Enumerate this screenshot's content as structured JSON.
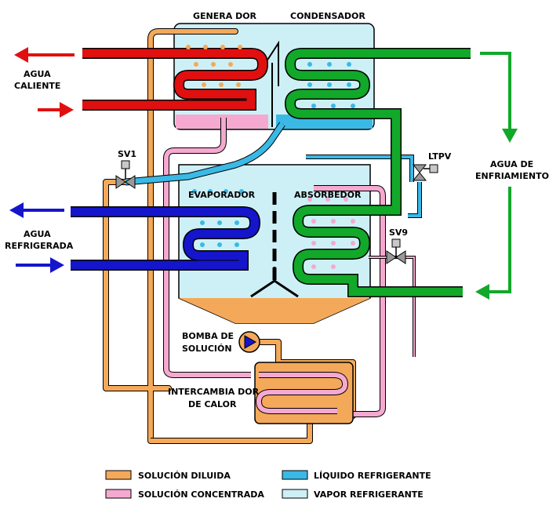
{
  "labels": {
    "generator": "GENERA DOR",
    "condenser": "CONDENSADOR",
    "evaporator": "EVAPORADOR",
    "absorber": "ABSORBEDOR",
    "hot_water_line1": "AGUA",
    "hot_water_line2": "CALIENTE",
    "chilled_water_line1": "AGUA",
    "chilled_water_line2": "REFRIGERADA",
    "cooling_water_line1": "AGUA DE",
    "cooling_water_line2": "ENFRIAMIENTO",
    "valve_sv1": "SV1",
    "valve_ltpv": "LTPV",
    "valve_sv9": "SV9",
    "pump_line1": "BOMBA DE",
    "pump_line2": "SOLUCIÓN",
    "hx_line1": "INTERCAMBIA DOR",
    "hx_line2": "DE CALOR"
  },
  "legend": [
    {
      "label": "SOLUCIÓN DILUIDA",
      "color": "#f4a95a"
    },
    {
      "label": "SOLUCIÓN CONCENTRADA",
      "color": "#f5a9d0"
    },
    {
      "label": "LÍQUIDO REFRIGERANTE",
      "color": "#3ab9e6"
    },
    {
      "label": "VAPOR REFRIGERANTE",
      "color": "#cdf0f6"
    }
  ],
  "colors": {
    "hot_water": "#e01010",
    "chilled_water": "#1515cc",
    "cooling_water": "#12a82a",
    "dilute_solution": "#f4a95a",
    "concentrated_solution": "#f5a9d0",
    "liquid_refrigerant": "#3ab9e6",
    "vapor_refrigerant": "#cdf0f6"
  }
}
